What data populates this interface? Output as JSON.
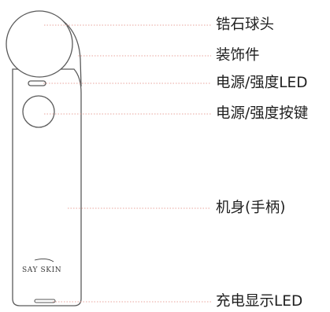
{
  "device": {
    "brand": "SAY SKIN"
  },
  "callouts": [
    {
      "id": "ball-head",
      "label": "锆石球头"
    },
    {
      "id": "decoration",
      "label": "装饰件"
    },
    {
      "id": "power-led",
      "label": "电源/强度LED"
    },
    {
      "id": "power-button",
      "label": "电源/强度按键"
    },
    {
      "id": "body-handle",
      "label": "机身(手柄)"
    },
    {
      "id": "charge-led",
      "label": "充电显示LED"
    }
  ],
  "colors": {
    "leader_line": "#e8a59c",
    "outline": "#5a5a5a"
  }
}
